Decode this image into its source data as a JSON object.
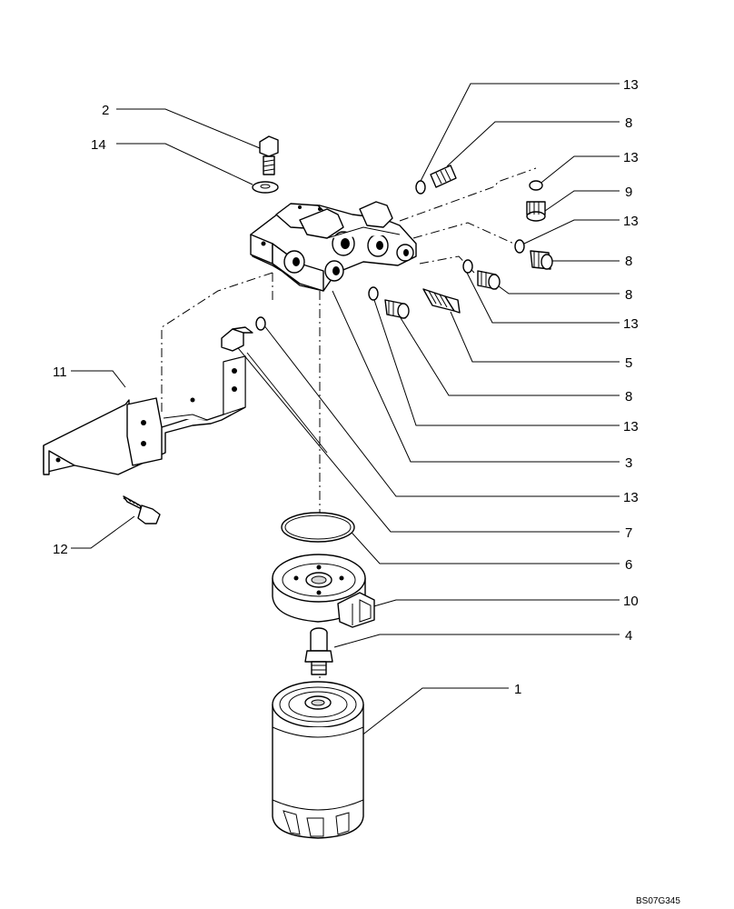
{
  "diagram": {
    "drawing_code": "BS07G345",
    "callouts": [
      {
        "id": "c13a",
        "label": "13"
      },
      {
        "id": "c2",
        "label": "2"
      },
      {
        "id": "c8a",
        "label": "8"
      },
      {
        "id": "c14",
        "label": "14"
      },
      {
        "id": "c13b",
        "label": "13"
      },
      {
        "id": "c9",
        "label": "9"
      },
      {
        "id": "c13c",
        "label": "13"
      },
      {
        "id": "c8b",
        "label": "8"
      },
      {
        "id": "c8c",
        "label": "8"
      },
      {
        "id": "c13d",
        "label": "13"
      },
      {
        "id": "c5",
        "label": "5"
      },
      {
        "id": "c11",
        "label": "11"
      },
      {
        "id": "c8d",
        "label": "8"
      },
      {
        "id": "c13e",
        "label": "13"
      },
      {
        "id": "c3",
        "label": "3"
      },
      {
        "id": "c13f",
        "label": "13"
      },
      {
        "id": "c7",
        "label": "7"
      },
      {
        "id": "c12",
        "label": "12"
      },
      {
        "id": "c6",
        "label": "6"
      },
      {
        "id": "c10",
        "label": "10"
      },
      {
        "id": "c4",
        "label": "4"
      },
      {
        "id": "c1",
        "label": "1"
      }
    ]
  }
}
